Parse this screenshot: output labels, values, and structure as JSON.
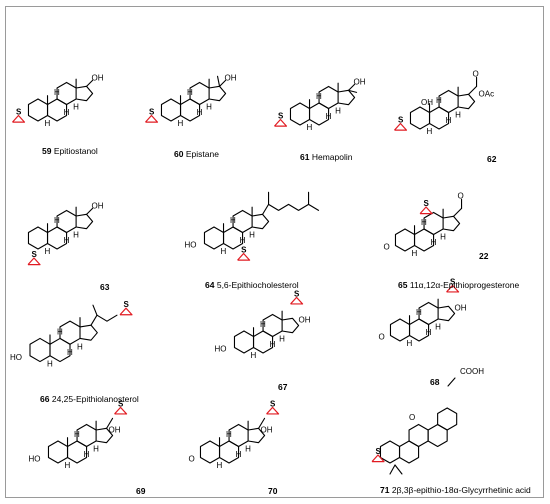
{
  "compounds": [
    {
      "number": "59",
      "name": "Epitiostanol"
    },
    {
      "number": "60",
      "name": "Epistane"
    },
    {
      "number": "61",
      "name": "Hemapolin"
    },
    {
      "number": "62",
      "name": ""
    },
    {
      "number": "63",
      "name": ""
    },
    {
      "number": "64",
      "name": "5,6-Epithiocholesterol"
    },
    {
      "number": "65",
      "name": "11α,12α-Epithioprogesterone",
      "extra_label": "22"
    },
    {
      "number": "66",
      "name": "24,25-Epithiolanosterol"
    },
    {
      "number": "67",
      "name": ""
    },
    {
      "number": "68",
      "name": ""
    },
    {
      "number": "69",
      "name": ""
    },
    {
      "number": "70",
      "name": ""
    },
    {
      "number": "71",
      "name": "2β,3β-epithio-18α-Glycyrrhetinic acid"
    }
  ],
  "atoms": {
    "oh": "OH",
    "ho": "HO",
    "h": "H",
    "s": "S",
    "o": "O",
    "oac": "OAc",
    "cooh": "COOH"
  },
  "colors": {
    "epithio_ring": "#e11b22",
    "bonds": "#000000",
    "frame": "#9a9a9a"
  }
}
